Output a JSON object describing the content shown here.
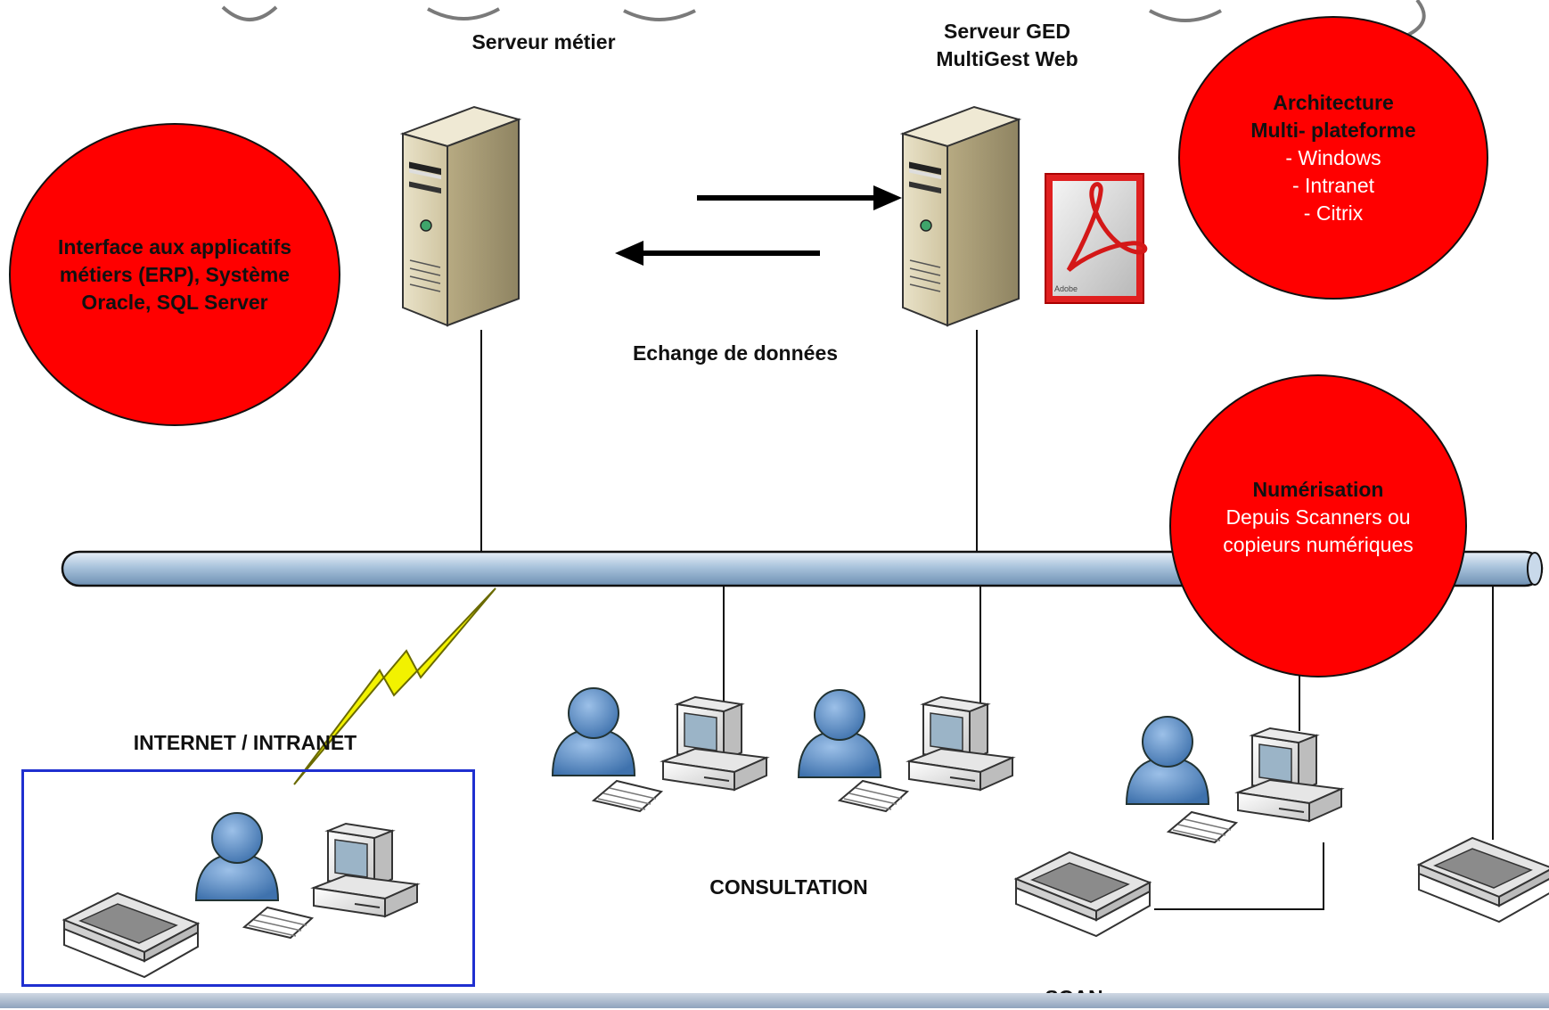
{
  "servers": {
    "metier_label": "Serveur métier",
    "ged_label_line1": "Serveur GED",
    "ged_label_line2": "MultiGest Web"
  },
  "exchange_label": "Echange de données",
  "bubbles": {
    "interface": [
      "Interface aux applicatifs",
      "métiers (ERP), Système",
      "Oracle, SQL Server"
    ],
    "architecture": {
      "title1": "Architecture",
      "title2": "Multi- plateforme",
      "items": [
        "- Windows",
        "- Intranet",
        "- Citrix"
      ]
    },
    "numerisation": {
      "title": "Numérisation",
      "lines": [
        "Depuis Scanners ou",
        "copieurs numériques"
      ]
    }
  },
  "zones": {
    "internet": "INTERNET / INTRANET",
    "consultation": "CONSULTATION",
    "scan": "SCAN"
  },
  "icons": {
    "pdf_logo": "adobe-acrobat-pdf-icon",
    "pdf_logo_text": "Adobe"
  },
  "colors": {
    "bubble_red": "#ff0000",
    "network_bus": "#a9c3dc",
    "remote_frame": "#1f2fd0",
    "lightning": "#f2f200",
    "user_blue": "#6d9bd0"
  }
}
